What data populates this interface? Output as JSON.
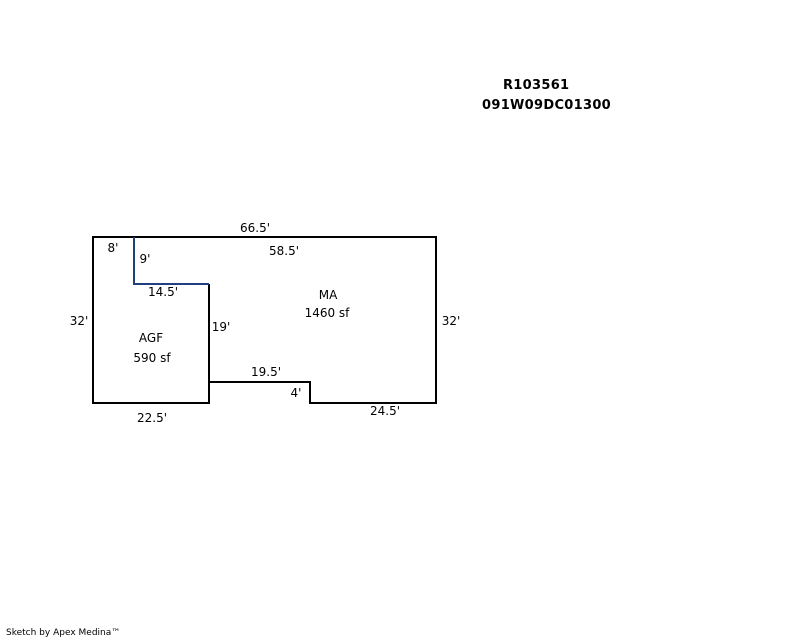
{
  "header": {
    "parcel_id": "R103561",
    "map_number": "091W09DC01300"
  },
  "sketch": {
    "areas": [
      {
        "code": "MA",
        "area": "1460 sf"
      },
      {
        "code": "AGF",
        "area": "590 sf"
      }
    ],
    "dimensions": {
      "top_total": "66.5'",
      "top_ma": "58.5'",
      "agf_left_top": "8'",
      "agf_notch_vertical": "9'",
      "agf_notch_horizontal": "14.5'",
      "left_side": "32'",
      "right_side": "32'",
      "agf_inner_vertical": "19'",
      "ma_step_horizontal": "19.5'",
      "ma_step_vertical": "4'",
      "agf_bottom": "22.5'",
      "ma_bottom": "24.5'"
    },
    "colors": {
      "outline": "#000000",
      "agf_line": "#1f3f7f"
    }
  },
  "footer": {
    "credit": "Sketch by Apex Medina™"
  }
}
